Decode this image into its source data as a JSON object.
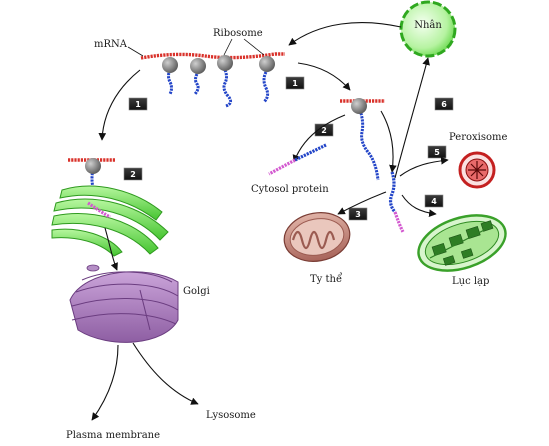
{
  "labels": {
    "mrna": "mRNA",
    "ribosome": "Ribosome",
    "nucleus": "Nhân",
    "peroxisome": "Peroxisome",
    "cytosol_protein": "Cytosol protein",
    "mitochondria": "Ty thể",
    "chloroplast": "Lục lạp",
    "golgi": "Golgi",
    "lysosome": "Lysosome",
    "plasma_membrane": "Plasma membrane"
  },
  "steps": [
    "1",
    "2",
    "3",
    "4",
    "5",
    "6",
    "1",
    "2"
  ],
  "colors": {
    "mrna": "#d9322b",
    "ribosome": "#7c7c7c",
    "peptide": "#2345c8",
    "signal": "#d35ad0",
    "er": "#6fe05a",
    "golgi": "#b58fc6",
    "nucleus": "#9af07a",
    "mito": "#c98c80",
    "chloro": "#5cc04c",
    "perox": "#c42020"
  },
  "icons": [
    "ribosome-icon",
    "nucleus-icon",
    "er-icon",
    "golgi-icon",
    "mitochondria-icon",
    "chloroplast-icon",
    "peroxisome-icon"
  ]
}
